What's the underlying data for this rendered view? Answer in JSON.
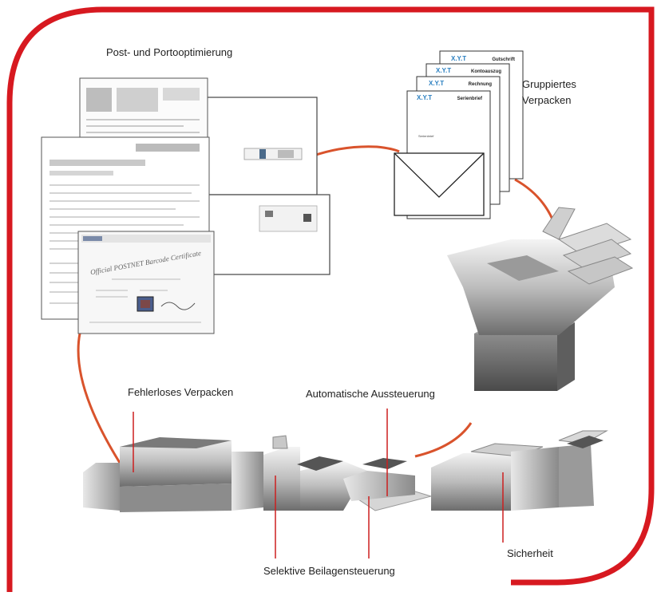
{
  "labels": {
    "postage": "Post- und Portooptimierung",
    "grouped_line1": "Gruppiertes",
    "grouped_line2": "Verpacken",
    "error_free": "Fehlerloses Verpacken",
    "auto_output": "Automatische Aussteuerung",
    "selective": "Selektive Beilagensteuerung",
    "security": "Sicherheit"
  },
  "grouped_docs": [
    {
      "brand": "X.Y.T",
      "title": "Gutschrift"
    },
    {
      "brand": "X.Y.T",
      "title": "Kontoauszug"
    },
    {
      "brand": "X.Y.T",
      "title": "Rechnung"
    },
    {
      "brand": "X.Y.T",
      "title": "Serienbrief"
    }
  ],
  "front_doc_body": "Serienbrief",
  "certificate_title": "Official POSTNET Barcode Certificate",
  "colors": {
    "frame": "#d71920",
    "connector": "#d9532c",
    "leader": "#cc1f1f",
    "brand_blue": "#2a7fc0"
  }
}
